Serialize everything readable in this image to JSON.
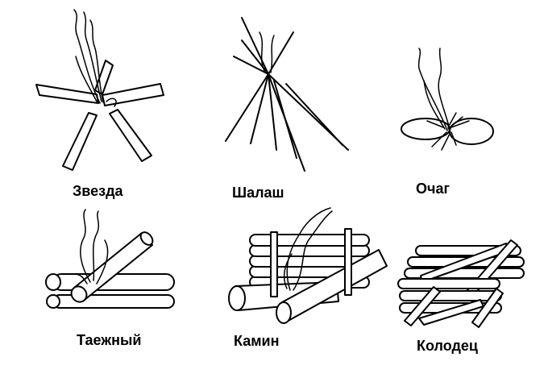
{
  "figure": {
    "labels": {
      "zvezda": "Звезда",
      "shalash": "Шалаш",
      "ochag": "Очаг",
      "taezhny": "Таежный",
      "kamin": "Камин",
      "kolodets": "Колодец"
    }
  }
}
